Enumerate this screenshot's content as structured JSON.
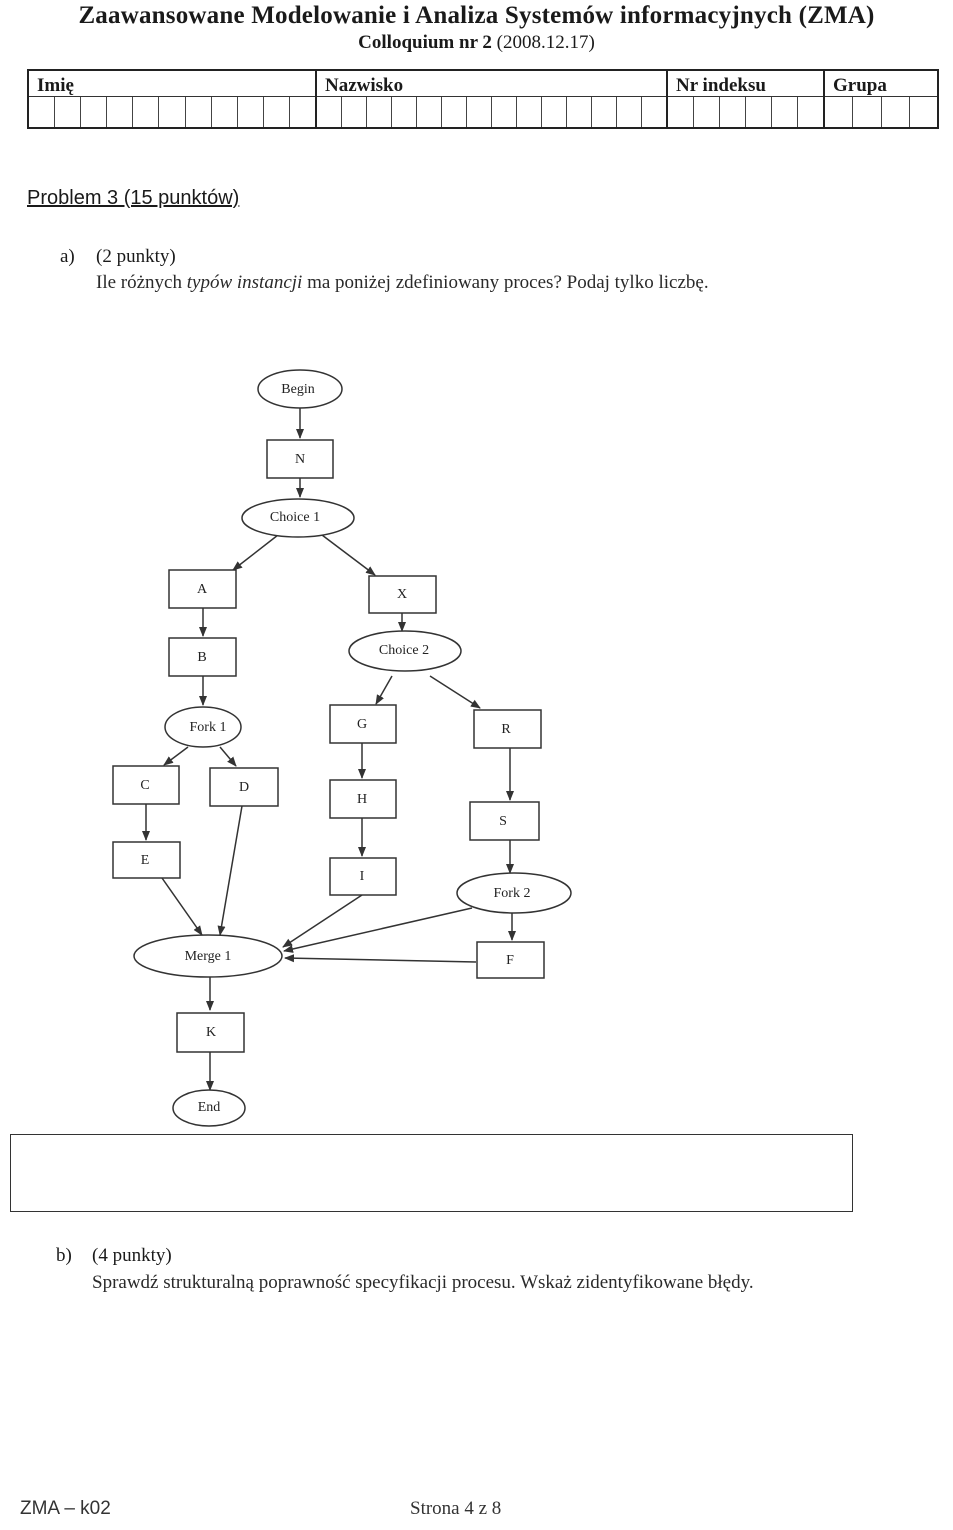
{
  "header": {
    "title": "Zaawansowane Modelowanie i Analiza Systemów informacyjnych (ZMA)",
    "subtitle_prefix": "Colloquium nr 2",
    "subtitle_date": "(2008.12.17)"
  },
  "id_table": {
    "first_name": "Imię",
    "last_name": "Nazwisko",
    "index": "Nr indeksu",
    "group": "Grupa"
  },
  "problem": {
    "title": "Problem 3 (15 punktów)",
    "part_a": {
      "label": "a)",
      "points": "(2 punkty)",
      "text_before": "Ile różnych ",
      "text_italic": "typów instancji",
      "text_after": " ma poniżej zdefiniowany proces? Podaj tylko liczbę."
    },
    "part_b": {
      "label": "b)",
      "points": "(4 punkty)",
      "text": "Sprawdź strukturalną poprawność specyfikacji procesu. Wskaż zidentyfikowane błędy."
    }
  },
  "diagram": {
    "nodes": {
      "begin": "Begin",
      "n": "N",
      "choice1": "Choice 1",
      "a": "A",
      "b": "B",
      "fork1": "Fork 1",
      "c": "C",
      "d": "D",
      "e": "E",
      "x": "X",
      "choice2": "Choice 2",
      "g": "G",
      "h": "H",
      "i": "I",
      "r": "R",
      "s": "S",
      "fork2": "Fork 2",
      "f": "F",
      "merge1": "Merge 1",
      "k": "K",
      "end": "End"
    }
  },
  "footer": {
    "left": "ZMA – k02",
    "right": "Strona 4 z 8"
  }
}
